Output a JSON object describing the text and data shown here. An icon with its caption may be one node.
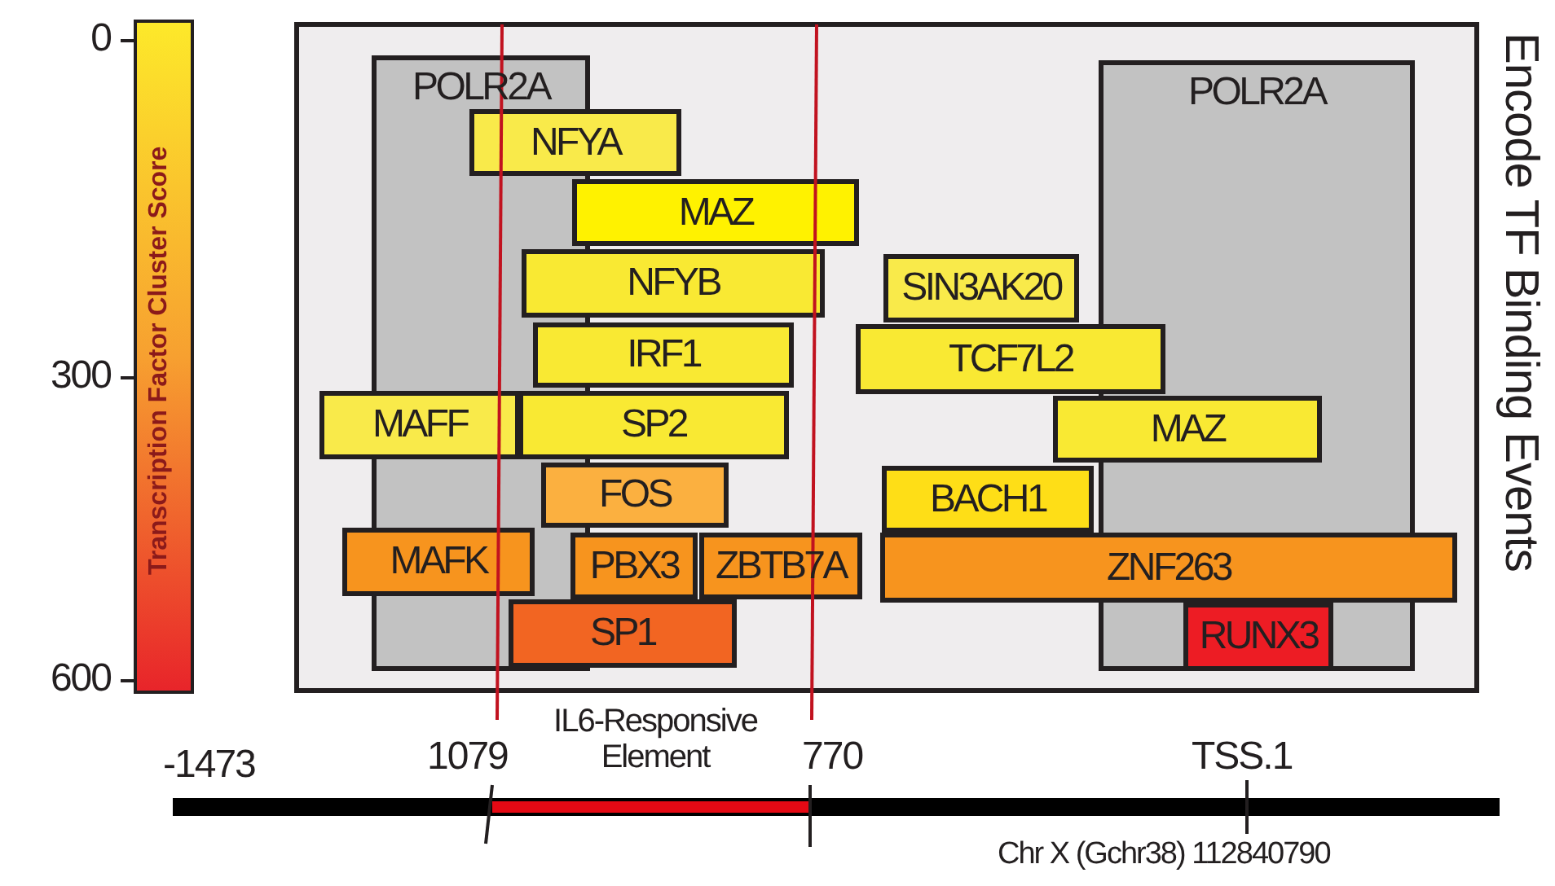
{
  "diagram": {
    "nodes": [
      {
        "text": [
          "POLR2A"
        ]
      },
      {
        "text": [
          "NFYA"
        ]
      },
      {
        "text": [
          "MAZ"
        ]
      },
      {
        "text": [
          "NFYB"
        ]
      },
      {
        "text": [
          "IRF1"
        ]
      },
      {
        "text": [
          "MAFF"
        ]
      },
      {
        "text": [
          "SP2"
        ]
      },
      {
        "text": [
          "FOS"
        ]
      },
      {
        "text": [
          "MAFK"
        ]
      },
      {
        "text": [
          "PBX3"
        ]
      },
      {
        "text": [
          "ZBTB7A"
        ]
      },
      {
        "text": [
          "SP1"
        ]
      },
      {
        "text": [
          "POLR2A"
        ]
      },
      {
        "text": [
          "SIN3AK20"
        ]
      },
      {
        "text": [
          "TCF7L2"
        ]
      },
      {
        "text": [
          "MAZ"
        ]
      },
      {
        "text": [
          "BACH1"
        ]
      },
      {
        "text": [
          "ZNF263"
        ]
      },
      {
        "text": [
          "RUNX3"
        ],
        "in": 12
      }
    ],
    "edges": [],
    "labels": [
      "Transcription Factor Cluster Score",
      "0",
      "300",
      "600",
      "Encode TF Binding Events",
      "-1473",
      "1079",
      "IL6-Responsive Element",
      "770",
      "TSS.1",
      "Chr X (Gchr38) 112840790"
    ]
  }
}
